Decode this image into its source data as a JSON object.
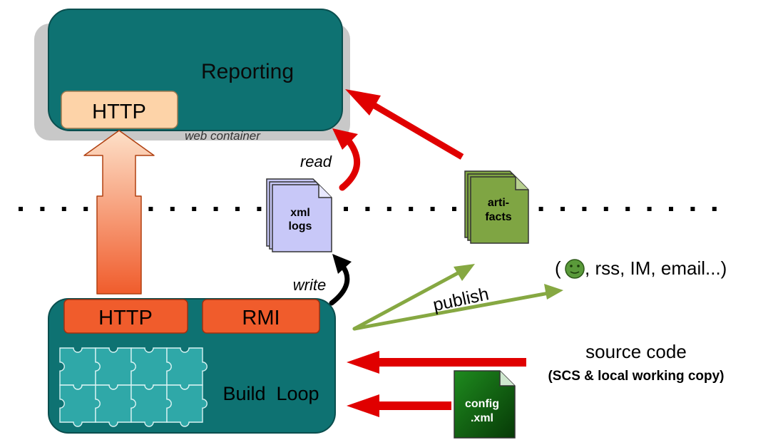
{
  "reporting": {
    "title": "Reporting",
    "http_label": "HTTP",
    "container_label": "web container"
  },
  "build_loop": {
    "title": "Build  Loop",
    "http_label": "HTTP",
    "rmi_label": "RMI"
  },
  "files": {
    "xml_logs": [
      "xml",
      "logs"
    ],
    "artifacts": [
      "arti-",
      "facts"
    ],
    "config": [
      "config",
      ".xml"
    ]
  },
  "labels": {
    "read": "read",
    "write": "write",
    "publish": "publish",
    "notify_open": "(",
    "notify_rest": ", rss, IM, email...)",
    "source_code": "source code",
    "source_code_sub": "(SCS & local working copy)"
  },
  "colors": {
    "teal": "#0e7272",
    "container_gray": "#c8c8c8",
    "http_top": "#fdd3a8",
    "orange": "#f05c2c",
    "red_arrow": "#e00000",
    "green_arrow": "#86a842",
    "xml_file": "#c8c8f8",
    "artifacts_file": "#7fa543",
    "config_file": "#0d6a0d"
  },
  "icons": {
    "smiley": "smiley-icon",
    "puzzle": "puzzle-pieces-icon"
  }
}
